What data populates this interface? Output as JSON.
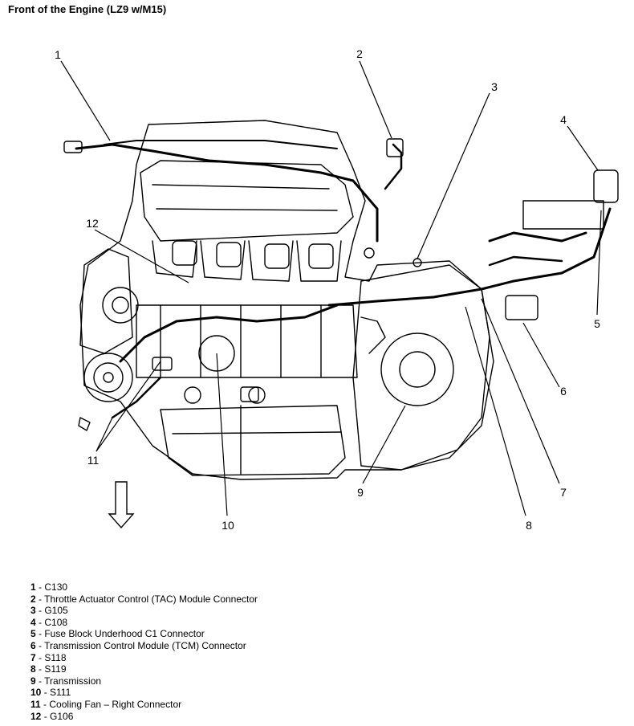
{
  "title": "Front of the Engine (LZ9 w/M15)",
  "callouts": [
    "1",
    "2",
    "3",
    "4",
    "5",
    "6",
    "7",
    "8",
    "9",
    "10",
    "11",
    "12"
  ],
  "legend": [
    {
      "num": "1",
      "text": " - C130"
    },
    {
      "num": "2",
      "text": " - Throttle Actuator Control (TAC) Module Connector"
    },
    {
      "num": "3",
      "text": " - G105"
    },
    {
      "num": "4",
      "text": " - C108"
    },
    {
      "num": "5",
      "text": " - Fuse Block Underhood C1 Connector"
    },
    {
      "num": "6",
      "text": " - Transmission Control Module (TCM) Connector"
    },
    {
      "num": "7",
      "text": " - S118"
    },
    {
      "num": "8",
      "text": " - S119"
    },
    {
      "num": "9",
      "text": " - Transmission"
    },
    {
      "num": "10",
      "text": " - S111"
    },
    {
      "num": "11",
      "text": " - Cooling Fan – Right Connector"
    },
    {
      "num": "12",
      "text": " - G106"
    }
  ]
}
